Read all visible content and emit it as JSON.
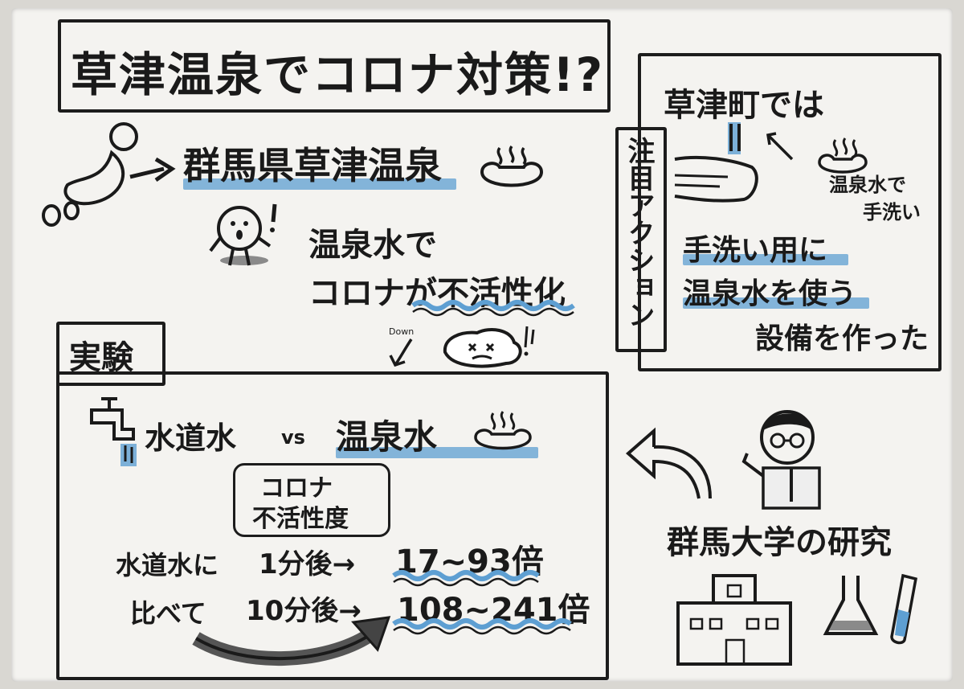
{
  "title": "草津温泉でコロナ対策!?",
  "top": {
    "place": "群馬県草津温泉",
    "claim_line1": "温泉水で",
    "claim_line2": "コロナが不活性化",
    "down_tag": "Down"
  },
  "action_tag": "注目アクション",
  "town": {
    "header": "草津町では",
    "handwash_label_1": "温泉水で",
    "handwash_label_2": "手洗い",
    "line1": "手洗い用に",
    "line2": "温泉水を使う",
    "line3": "設備を作った"
  },
  "experiment": {
    "label": "実験",
    "tap_water": "水道水",
    "vs": "vs",
    "onsen_water": "温泉水",
    "metric_line1": "コロナ",
    "metric_line2": "不活性度",
    "row1_prefix": "水道水に",
    "row1_time": "1分後→",
    "row1_value": "17~93倍",
    "row2_prefix": "比べて",
    "row2_time": "10分後→",
    "row2_value": "108~241倍"
  },
  "research": {
    "label": "群馬大学の研究"
  },
  "colors": {
    "ink": "#1a1a1a",
    "highlight": "#5e9fd2",
    "paper": "#f4f3f0"
  }
}
